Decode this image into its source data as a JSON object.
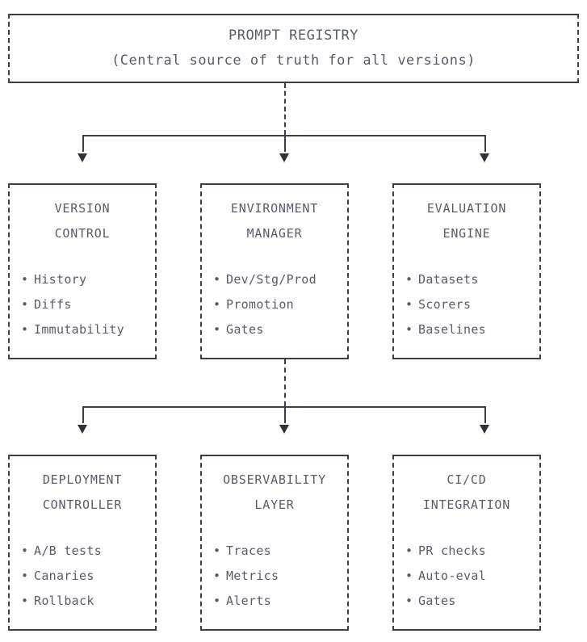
{
  "diagram": {
    "root": {
      "title": "PROMPT REGISTRY",
      "subtitle": "(Central source of truth for all versions)"
    },
    "bullet_glyph": "•",
    "colors": {
      "text": "#585c66",
      "border": "#3b3f4a",
      "arrow": "#2f323b",
      "background": "#ffffff"
    },
    "middle_row": [
      {
        "title_line1": "VERSION",
        "title_line2": "CONTROL",
        "items": [
          "History",
          "Diffs",
          "Immutability"
        ]
      },
      {
        "title_line1": "ENVIRONMENT",
        "title_line2": "MANAGER",
        "items": [
          "Dev/Stg/Prod",
          "Promotion",
          "Gates"
        ]
      },
      {
        "title_line1": "EVALUATION",
        "title_line2": "ENGINE",
        "items": [
          "Datasets",
          "Scorers",
          "Baselines"
        ]
      }
    ],
    "bottom_row": [
      {
        "title_line1": "DEPLOYMENT",
        "title_line2": "CONTROLLER",
        "items": [
          "A/B tests",
          "Canaries",
          "Rollback"
        ]
      },
      {
        "title_line1": "OBSERVABILITY",
        "title_line2": "LAYER",
        "items": [
          "Traces",
          "Metrics",
          "Alerts"
        ]
      },
      {
        "title_line1": "CI/CD",
        "title_line2": "INTEGRATION",
        "items": [
          "PR checks",
          "Auto-eval",
          "Gates"
        ]
      }
    ]
  }
}
